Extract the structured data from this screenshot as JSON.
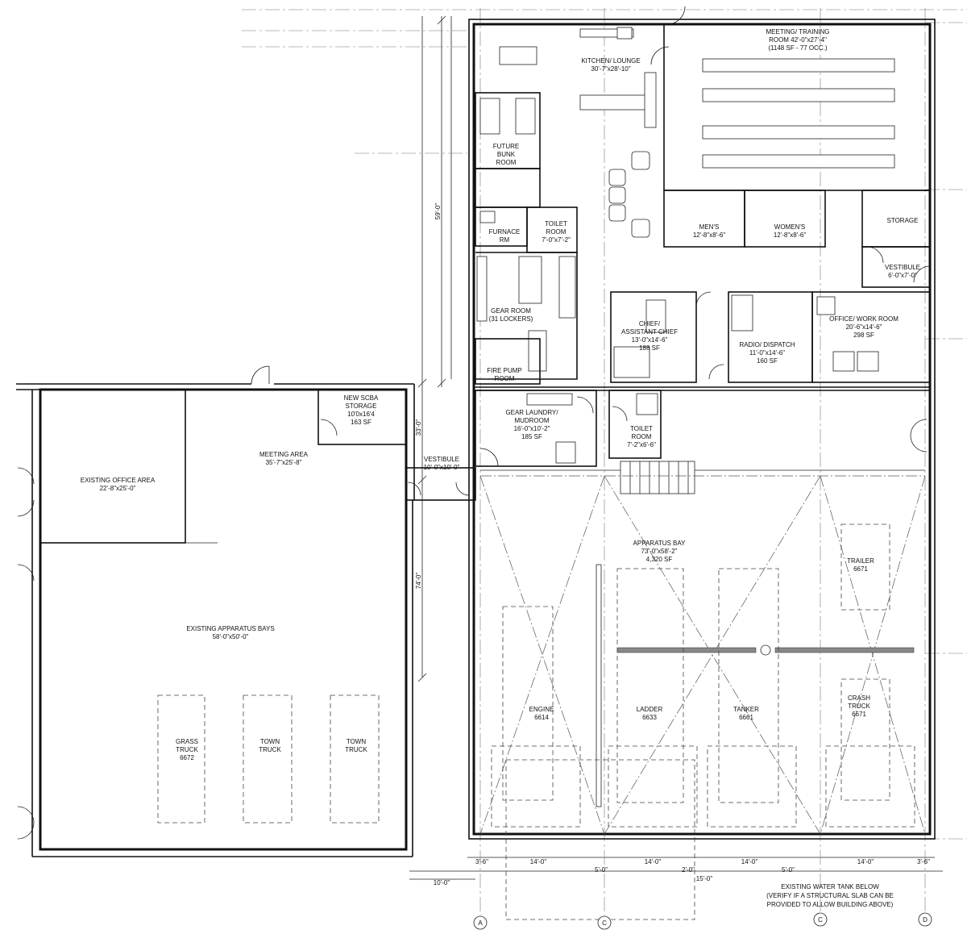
{
  "rooms": {
    "kitchen": [
      "KITCHEN/ LOUNGE",
      "30'-7\"x28'-10\""
    ],
    "meeting_training": [
      "MEETING/ TRAINING",
      "ROOM 42'-0\"x27'-4\"",
      "(1148 SF - 77 OCC.)"
    ],
    "future_bunk": [
      "FUTURE",
      "BUNK",
      "ROOM"
    ],
    "furnace": [
      "FURNACE",
      "RM"
    ],
    "toilet_upper": [
      "TOILET",
      "ROOM",
      "7'-0\"x7'-2\""
    ],
    "mens": [
      "MEN'S",
      "12'-8\"x8'-6\""
    ],
    "womens": [
      "WOMEN'S",
      "12'-8\"x8'-6\""
    ],
    "storage": [
      "STORAGE"
    ],
    "vestibule_east": [
      "VESTIBULE",
      "6'-0\"x7'-0\""
    ],
    "gear_room": [
      "GEAR ROOM",
      "(31 LOCKERS)"
    ],
    "fire_pump": [
      "FIRE PUMP",
      "ROOM"
    ],
    "chief": [
      "CHIEF/",
      "ASSISTANT CHIEF",
      "13'-0\"x14'-6\"",
      "188 SF"
    ],
    "radio": [
      "RADIO/ DISPATCH",
      "11'-0\"x14'-6\"",
      "160 SF"
    ],
    "office_work": [
      "OFFICE/ WORK ROOM",
      "20'-6\"x14'-6\"",
      "298 SF"
    ],
    "gear_laundry": [
      "GEAR LAUNDRY/",
      "MUDROOM",
      "16'-0\"x10'-2\"",
      "185 SF"
    ],
    "toilet_lower": [
      "TOILET",
      "ROOM",
      "7'-2\"x6'-6\""
    ],
    "new_scba": [
      "NEW SCBA",
      "STORAGE",
      "10'0x16'4",
      "163 SF"
    ],
    "meeting_area": [
      "MEETING AREA",
      "35'-7\"x25'-8\""
    ],
    "vestibule_mid": [
      "VESTIBULE",
      "10'-0\"x10'-0\""
    ],
    "existing_office": [
      "EXISTING OFFICE AREA",
      "22'-8\"x25'-0\""
    ],
    "existing_bays": [
      "EXISTING APPARATUS BAYS",
      "58'-0\"x50'-0\""
    ],
    "apparatus_bay": [
      "APPARATUS BAY",
      "73'-0\"x58'-2\"",
      "4,320 SF"
    ]
  },
  "vehicles": {
    "grass_truck": [
      "GRASS",
      "TRUCK",
      "6672"
    ],
    "town_truck_1": [
      "TOWN",
      "TRUCK"
    ],
    "town_truck_2": [
      "TOWN",
      "TRUCK"
    ],
    "engine": [
      "ENGINE",
      "6614"
    ],
    "ladder": [
      "LADDER",
      "6633"
    ],
    "tanker": [
      "TANKER",
      "6661"
    ],
    "crash_truck": [
      "CRASH",
      "TRUCK",
      "6671"
    ],
    "trailer": [
      "TRAILER",
      "6671"
    ]
  },
  "dimensions": {
    "d59": "59'-0\"",
    "d33": "33'-0\"",
    "d74": "74'-0\"",
    "d3_6a": "3'-6\"",
    "d14a": "14'-0\"",
    "d5a": "5'-0\"",
    "d14b": "14'-0\"",
    "d2": "2'-0\"",
    "d15": "15'-0\"",
    "d14c": "14'-0\"",
    "d5b": "5'-0\"",
    "d14d": "14'-0\"",
    "d3_6b": "3'-6\"",
    "d10": "10'-0\""
  },
  "note": [
    "EXISTING WATER TANK BELOW",
    "(VERIFY IF A STRUCTURAL SLAB CAN BE",
    "PROVIDED TO ALLOW BUILDING ABOVE)"
  ],
  "grid_markers": [
    "A",
    "C",
    "C",
    "D"
  ]
}
